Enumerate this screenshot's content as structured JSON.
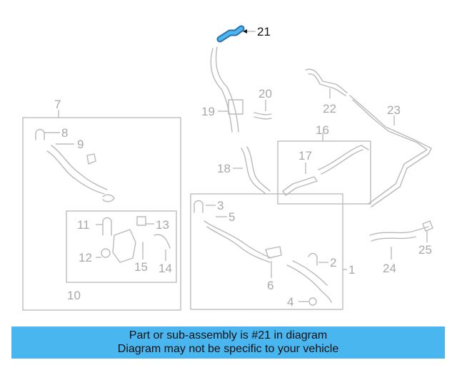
{
  "highlight_color": "#3aa0e6",
  "banner": {
    "line1": "Part or sub-assembly is #21 in diagram",
    "line2": "Diagram may not be specific to your vehicle",
    "bg_color": "#4ab6f0"
  },
  "callouts": {
    "c1": "1",
    "c2": "2",
    "c3": "3",
    "c4": "4",
    "c5": "5",
    "c6": "6",
    "c7": "7",
    "c8": "8",
    "c9": "9",
    "c10": "10",
    "c11": "11",
    "c12": "12",
    "c13": "13",
    "c14": "14",
    "c15": "15",
    "c16": "16",
    "c17": "17",
    "c18": "18",
    "c19": "19",
    "c20": "20",
    "c21": "21",
    "c22": "22",
    "c23": "23",
    "c24": "24",
    "c25": "25"
  }
}
